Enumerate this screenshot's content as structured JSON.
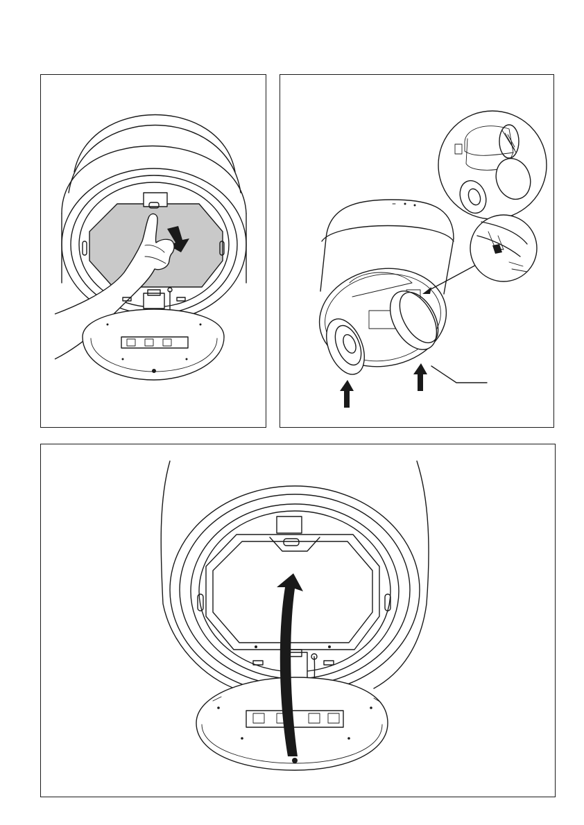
{
  "page": {
    "panels": [
      {
        "id": "remove-grease-filter",
        "arrow": "down"
      },
      {
        "id": "insert-charcoal-filters",
        "arrows": [
          "up",
          "up"
        ],
        "callouts": [
          "filter-detail",
          "clip-detail"
        ]
      },
      {
        "id": "close-filter-panel",
        "arrow": "curved-up"
      }
    ]
  },
  "colors": {
    "line": "#1a1a1a",
    "filter_fill": "#c9c9c9",
    "background": "#ffffff"
  }
}
